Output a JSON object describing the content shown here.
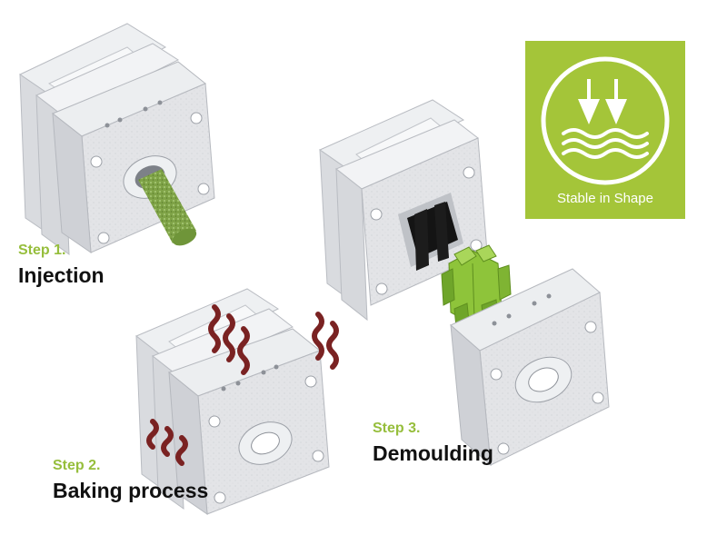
{
  "steps": [
    {
      "number": "Step 1.",
      "title": "Injection"
    },
    {
      "number": "Step 2.",
      "title": "Baking process"
    },
    {
      "number": "Step 3.",
      "title": "Demoulding"
    }
  ],
  "badge": {
    "label": "Stable in Shape",
    "icon": "arrows-into-waves-icon"
  },
  "colors": {
    "accent_green": "#96be3c",
    "badge_green": "#a4c539",
    "mold_grey": "#e3e4e7",
    "heat_red": "#7a2222",
    "part_green": "#8ec43a"
  }
}
